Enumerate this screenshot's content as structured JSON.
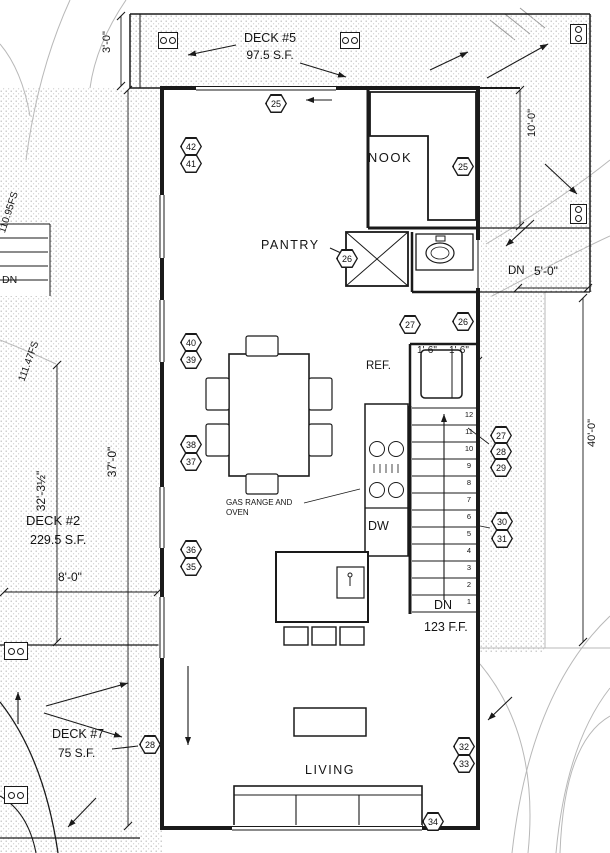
{
  "colors": {
    "wall": "#1a1a1a",
    "contour": "#b8b8b8",
    "stipple": "#bdbdbd"
  },
  "decks": {
    "deck5": {
      "name": "DECK #5",
      "area": "97.5 S.F."
    },
    "deck2": {
      "name": "DECK #2",
      "area": "229.5 S.F."
    },
    "deck7": {
      "name": "DECK #7",
      "area": "75 S.F."
    }
  },
  "rooms": {
    "nook": "NOOK",
    "pantry": "PANTRY",
    "living": "LIVING"
  },
  "fixtures": {
    "ref": "REF.",
    "dw": "DW",
    "gas_line1": "GAS RANGE AND",
    "gas_line2": "OVEN"
  },
  "stairs": {
    "numbers": [
      "12",
      "11",
      "10",
      "9",
      "8",
      "7",
      "6",
      "5",
      "4",
      "3",
      "2",
      "1"
    ],
    "down_label": "DN",
    "floor_label": "123 F.F."
  },
  "dimensions": {
    "deck5_depth": "3'-0\"",
    "right_upper": "10'-0\"",
    "right_landing": "5'-0\"",
    "right_height": "40'-0\"",
    "left_height": "37'-0\"",
    "left_outer": "32'-3½\"",
    "deck2_width": "8'-0\"",
    "ref_a": "1'-6\"",
    "ref_b": "1'-6\""
  },
  "site": {
    "elev_a": "111.47FS",
    "elev_b": "110.95FS",
    "dn_left": "DN",
    "dn_right": "DN"
  },
  "keynotes": [
    "42",
    "41",
    "25",
    "25",
    "26",
    "26",
    "27",
    "40",
    "39",
    "38",
    "37",
    "27",
    "28",
    "29",
    "30",
    "31",
    "36",
    "35",
    "28",
    "32",
    "33",
    "34"
  ]
}
